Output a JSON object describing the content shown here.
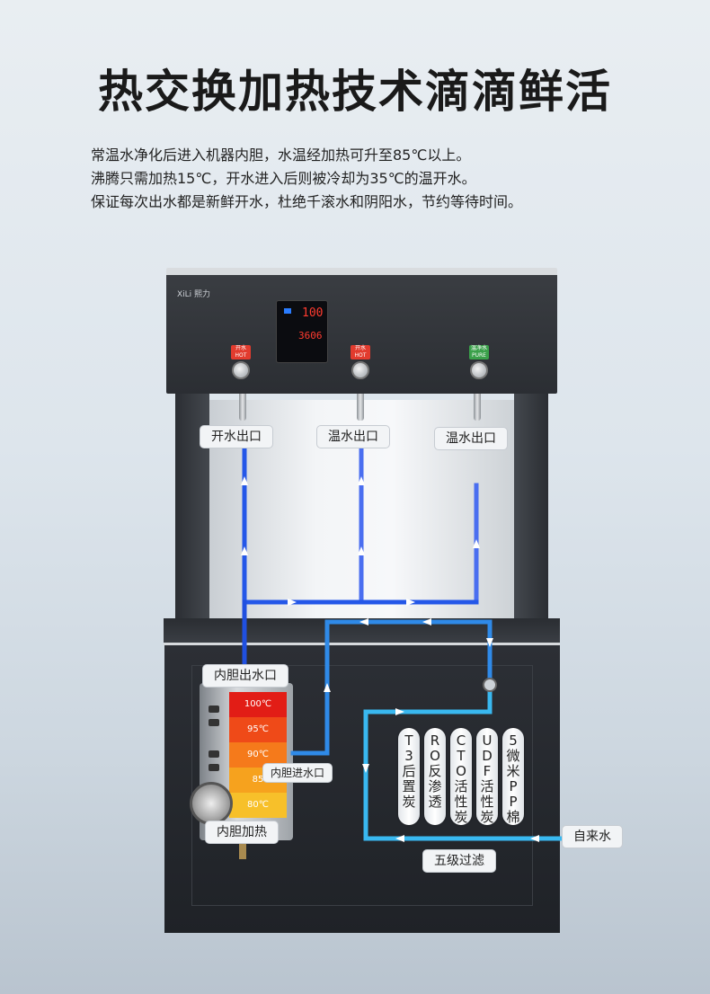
{
  "title": "热交换加热技术滴滴鲜活",
  "description": [
    "常温水净化后进入机器内胆，水温经加热可升至85℃以上。",
    "沸腾只需加热15℃，开水进入后则被冷却为35℃的温开水。",
    "保证每次出水都是新鲜开水，杜绝千滚水和阴阳水，节约等待时间。"
  ],
  "machine": {
    "brand": "XiLi 熙力",
    "display_top": "100",
    "display_bottom": "3606",
    "taps": [
      {
        "label": "开水",
        "sub": "HOT",
        "color": "#e23b2e"
      },
      {
        "label": "开水",
        "sub": "HOT",
        "color": "#e23b2e"
      },
      {
        "label": "温净水",
        "sub": "PURE",
        "color": "#3aa04a"
      }
    ]
  },
  "outlets": [
    "开水出口",
    "温水出口",
    "温水出口"
  ],
  "tank": {
    "outlet_label": "内胆出水口",
    "inlet_label": "内胆进水口",
    "heat_label": "内胆加热",
    "temps": [
      {
        "text": "100℃",
        "color": "#e21d16"
      },
      {
        "text": "95℃",
        "color": "#ef4a18"
      },
      {
        "text": "90℃",
        "color": "#f57a1b"
      },
      {
        "text": "85",
        "color": "#f6a21e"
      },
      {
        "text": "80℃",
        "color": "#f7c02a"
      }
    ]
  },
  "filters": [
    "T3后置炭",
    "RO反渗透",
    "CTO活性炭",
    "UDF活性炭",
    "5微米PP棉"
  ],
  "filter_stage_label": "五级过滤",
  "tap_water_label": "自来水",
  "colors": {
    "flow_blue": "#1f5fe0",
    "flow_cyan": "#39b8f0",
    "flow_mid": "#2f8ae8"
  }
}
